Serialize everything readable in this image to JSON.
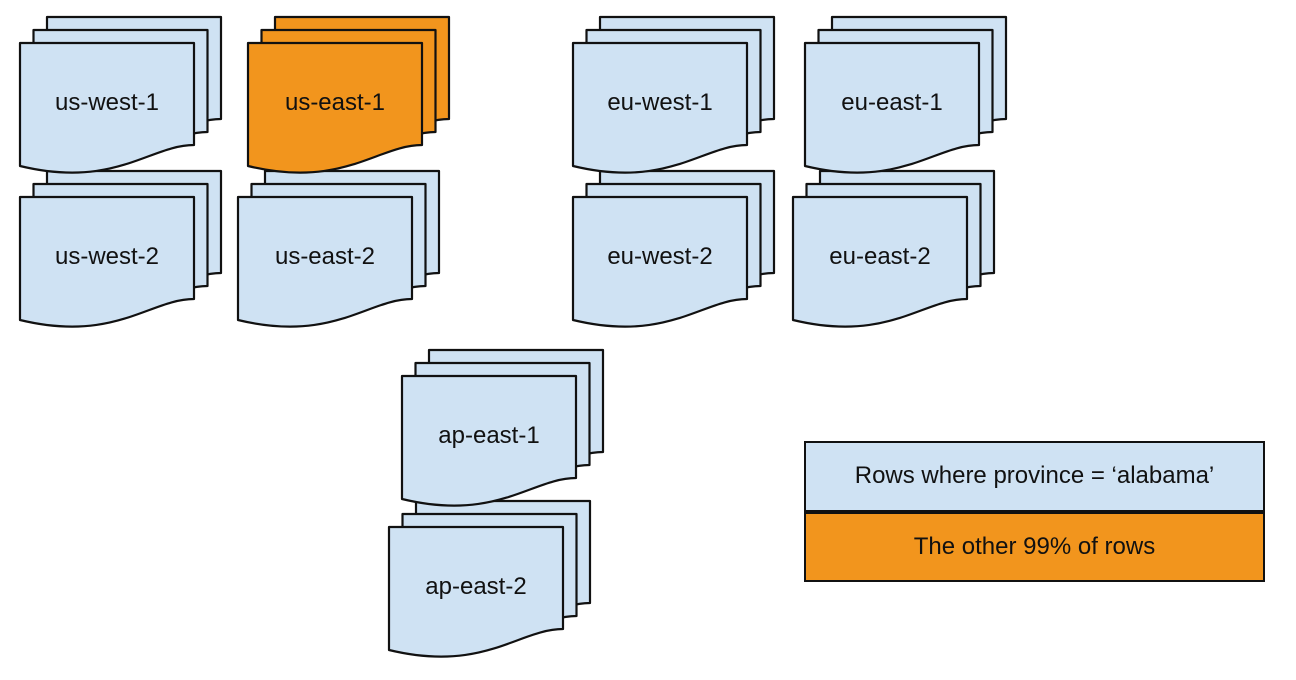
{
  "colors": {
    "partition": "#cfe2f3",
    "highlight": "#f2951d",
    "stroke": "#111111",
    "background": "#ffffff"
  },
  "stacks": [
    {
      "label": "us-west-1",
      "highlighted": false
    },
    {
      "label": "us-east-1",
      "highlighted": true
    },
    {
      "label": "eu-west-1",
      "highlighted": false
    },
    {
      "label": "eu-east-1",
      "highlighted": false
    },
    {
      "label": "us-west-2",
      "highlighted": false
    },
    {
      "label": "us-east-2",
      "highlighted": false
    },
    {
      "label": "eu-west-2",
      "highlighted": false
    },
    {
      "label": "eu-east-2",
      "highlighted": false
    },
    {
      "label": "ap-east-1",
      "highlighted": false
    },
    {
      "label": "ap-east-2",
      "highlighted": false
    }
  ],
  "legend": {
    "items": [
      {
        "label": "Rows where province = ‘alabama’",
        "color": "#cfe2f3"
      },
      {
        "label": "The other 99% of rows",
        "color": "#f2951d"
      }
    ]
  }
}
